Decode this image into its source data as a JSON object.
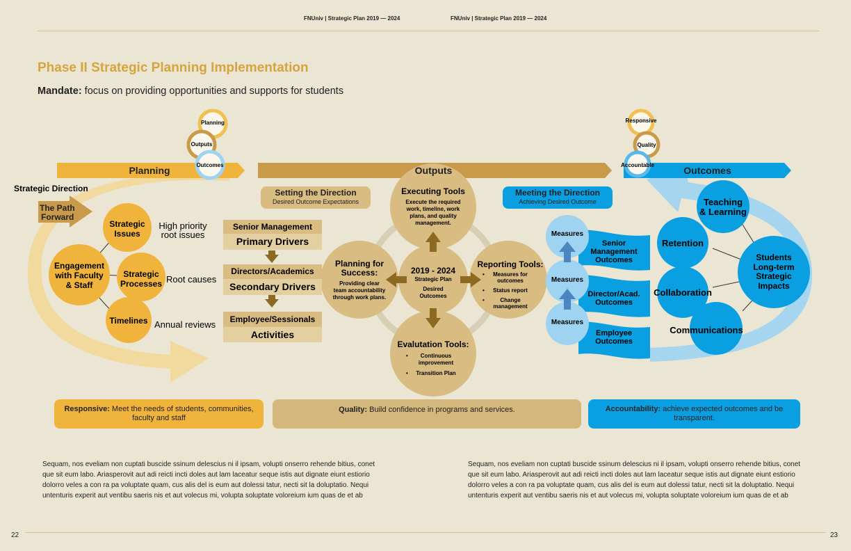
{
  "header": {
    "left": "FNUniv | Strategic Plan 2019 — 2024",
    "right": "FNUniv | Strategic Plan 2019 — 2024"
  },
  "title": "Phase II Strategic Planning Implementation",
  "mandate": {
    "label": "Mandate:",
    "text": " focus on providing opportunities and supports for students"
  },
  "colors": {
    "gold": "#f0b43c",
    "tan": "#c99a4a",
    "lighttan": "#d8bc82",
    "blue": "#0a9fe0",
    "lightblue": "#9fd3f2",
    "brown": "#8c6a22"
  },
  "cycles": {
    "left": [
      "Planning",
      "Outputs",
      "Outcomes"
    ],
    "right": [
      "Responsive",
      "Quality",
      "Accountable"
    ]
  },
  "bands": {
    "planning": "Planning",
    "outputs": "Outputs",
    "outcomes": "Outcomes"
  },
  "planning": {
    "strategic_direction": "Strategic Direction",
    "path_forward": [
      "The Path",
      "Forward"
    ],
    "engagement": [
      "Engagement",
      "with Faculty",
      "& Staff"
    ],
    "issues": [
      "Strategic",
      "Issues"
    ],
    "processes": [
      "Strategic",
      "Processes"
    ],
    "timelines": "Timelines",
    "issues_note": [
      "High priority",
      "root issues"
    ],
    "processes_note": "Root causes",
    "timelines_note": "Annual reviews"
  },
  "outputs": {
    "setting_title": "Setting the Direction",
    "setting_sub": "Desired Outcome Expectations",
    "drivers": [
      {
        "head": "Senior Management",
        "sub": "Primary Drivers"
      },
      {
        "head": "Directors/Academics",
        "sub": "Secondary Drivers"
      },
      {
        "head": "Employee/Sessionals",
        "sub": "Activities"
      }
    ],
    "executing": {
      "title": "Executing Tools",
      "lines": [
        "Execute the required",
        "work, timeline, work",
        "plans, and quality",
        "management."
      ]
    },
    "planning_success": {
      "title": [
        "Planning for",
        "Success:"
      ],
      "lines": [
        "Providing clear",
        "team accountability",
        "through work plans."
      ]
    },
    "center": {
      "title": "2019 - 2024",
      "sub": "Strategic Plan",
      "lines": [
        "Desired",
        "Outcomes"
      ]
    },
    "reporting": {
      "title": "Reporting Tools:",
      "bullets": [
        "Measures for outcomes",
        "Status report",
        "Change management"
      ]
    },
    "evaluation": {
      "title": "Evalutation Tools:",
      "bullets": [
        "Continuous improvement",
        "Transition Plan"
      ]
    }
  },
  "outcomes": {
    "meeting_title": "Meeting the Direction",
    "meeting_sub": "Achieving Desired Outcome",
    "measures": [
      "Measures",
      "Measures",
      "Measures"
    ],
    "flags": [
      [
        "Senior",
        "Management",
        "Outcomes"
      ],
      [
        "Director/Acad.",
        "Outcomes"
      ],
      [
        "Employee",
        "Outcomes"
      ]
    ],
    "circles": {
      "teaching": [
        "Teaching",
        "& Learning"
      ],
      "retention": "Retention",
      "collaboration": "Collaboration",
      "communications": "Communications",
      "students": [
        "Students",
        "Long-term",
        "Strategic",
        "Impacts"
      ]
    }
  },
  "bottom_boxes": [
    {
      "label": "Responsive:",
      "text": " Meet the needs of students, communities, faculty and staff"
    },
    {
      "label": "Quality:",
      "text": " Build confidence in programs and services."
    },
    {
      "label": "Accountability:",
      "text": " achieve expected outcomes and be transparent."
    }
  ],
  "body_left": "Sequam, nos eveliam non cuptati buscide ssinum delescius ni il ipsam, volupti onserro rehende bitius, conet que sit eum labo. Ariasperovit aut adi reicti incti doles aut lam laceatur seque istis aut dignate eiunt estiorio dolorro veles a con ra pa voluptate quam, cus alis del is eum aut dolessi tatur, necti sit la doluptatio. Nequi untenturis experit aut ventibu saeris nis et aut volecus mi, volupta soluptate voloreium ium quas de et ab",
  "body_right": "Sequam, nos eveliam non cuptati buscide ssinum delescius ni il ipsam, volupti onserro rehende bitius, conet que sit eum labo. Ariasperovit aut adi reicti incti doles aut lam laceatur seque istis aut dignate eiunt estiorio dolorro veles a con ra pa voluptate quam, cus alis del is eum aut dolessi tatur, necti sit la doluptatio. Nequi untenturis experit aut ventibu saeris nis et aut volecus mi, volupta soluptate voloreium ium quas de et ab",
  "page_numbers": {
    "left": "22",
    "right": "23"
  }
}
